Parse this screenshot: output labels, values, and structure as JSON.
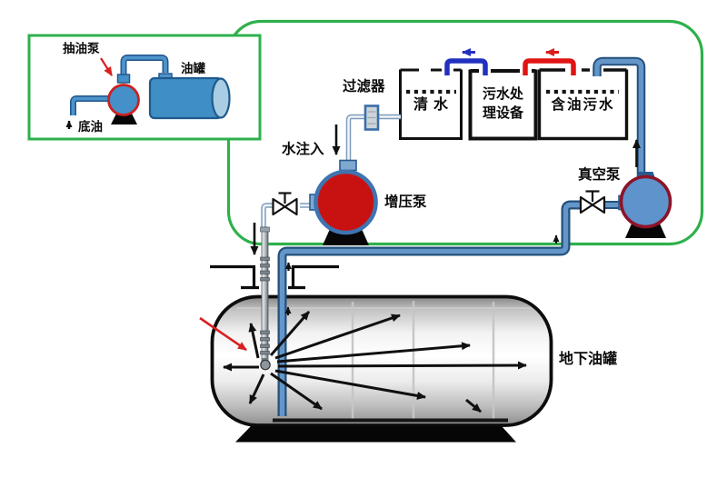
{
  "inset": {
    "pump_label": "抽油泵",
    "tank_label": "油罐",
    "bottom_oil_label": "底油"
  },
  "process": {
    "filter_label": "过滤器",
    "water_injection_label": "水注入",
    "booster_pump_label": "增压泵",
    "vacuum_pump_label": "真空泵",
    "clean_water_tank_label": "清水",
    "treatment_tank_label": "污水处\n理设备",
    "oily_water_tank_label": "含油污水"
  },
  "underground": {
    "tank_label": "地下油罐"
  },
  "colors": {
    "boundary_green": "#2eb04c",
    "pipe_dark_blue": "#24507e",
    "pipe_mid_blue": "#6596c8",
    "thin_pipe_light": "#eef4fa",
    "transfer_loop_blue": "#2230c0",
    "transfer_loop_red": "#e01414",
    "booster_pump_red": "#c81212",
    "booster_ring_blue": "#3f74b0",
    "vacuum_pump_blue": "#5e93cc",
    "vacuum_ring_red": "#8c1428",
    "inset_pump_blue": "#4590c8",
    "inset_tank_blue": "#3f8ec4",
    "arrow_black": "#101010",
    "arrow_red": "#d82020"
  }
}
